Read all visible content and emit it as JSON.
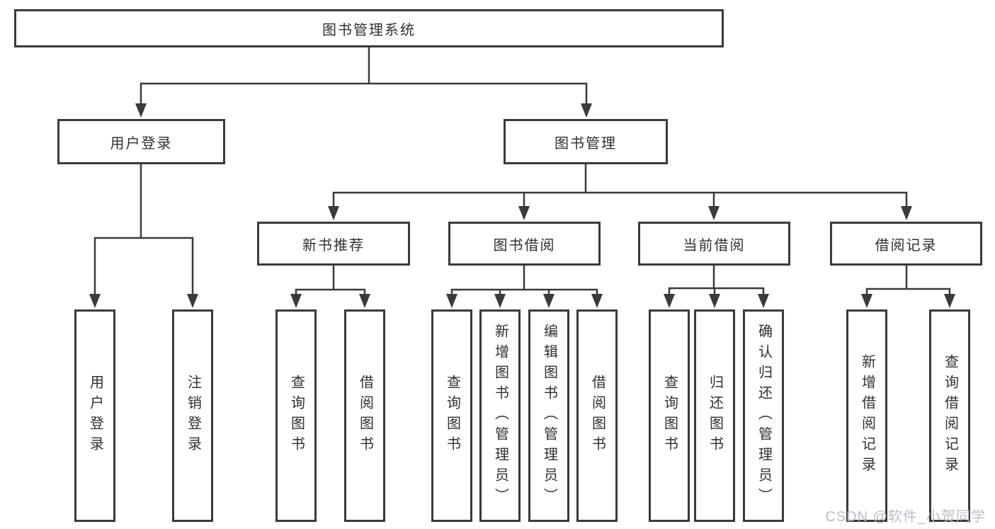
{
  "tree": {
    "root": "图书管理系统",
    "level2": [
      "用户登录",
      "图书管理"
    ],
    "level3": [
      "新书推荐",
      "图书借阅",
      "当前借阅",
      "借阅记录"
    ],
    "leaves": {
      "user_login": [
        "用户登录",
        "注销登录"
      ],
      "new_books": [
        "查询图书",
        "借阅图书"
      ],
      "book_borrow": [
        "查询图书",
        "新增图书（管理员）",
        "编辑图书（管理员）",
        "借阅图书"
      ],
      "current_borrow": [
        "查询图书",
        "归还图书",
        "确认归还（管理员）"
      ],
      "borrow_records": [
        "新增借阅记录",
        "查询借阅记录"
      ]
    }
  },
  "watermark": "CSDN @软件_小贺同学",
  "colors": {
    "line": "#3a3a3a",
    "text": "#2f2f2f",
    "watermark": "#b4b8bf",
    "background": "#ffffff"
  }
}
